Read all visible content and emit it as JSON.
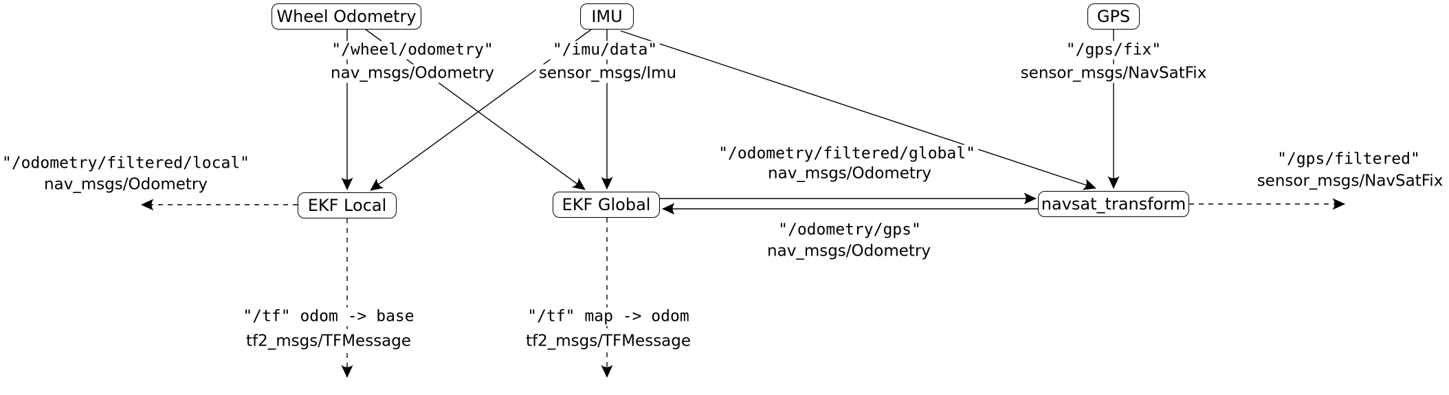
{
  "diagram": {
    "title_semantic": "ROS robot_localization node and topic graph",
    "colors": {
      "ink": "#000000",
      "background": "#ffffff"
    },
    "nodes": {
      "wheel_odometry": "Wheel Odometry",
      "imu": "IMU",
      "gps": "GPS",
      "ekf_local": "EKF Local",
      "ekf_global": "EKF Global",
      "navsat_transform": "navsat_transform"
    },
    "labels": {
      "wheel_topic": "\"/wheel/odometry\"",
      "wheel_type": "nav_msgs/Odometry",
      "imu_topic": "\"/imu/data\"",
      "imu_type": "sensor_msgs/Imu",
      "gps_topic": "\"/gps/fix\"",
      "gps_type": "sensor_msgs/NavSatFix",
      "local_out_topic": "\"/odometry/filtered/local\"",
      "local_out_type": "nav_msgs/Odometry",
      "global_out_topic": "\"/odometry/filtered/global\"",
      "global_out_type": "nav_msgs/Odometry",
      "odom_gps_topic": "\"/odometry/gps\"",
      "odom_gps_type": "nav_msgs/Odometry",
      "gps_filtered_topic": "\"/gps/filtered\"",
      "gps_filtered_type": "sensor_msgs/NavSatFix",
      "tf_local_topic": "\"/tf\" odom -> base",
      "tf_local_type": "tf2_msgs/TFMessage",
      "tf_global_topic": "\"/tf\" map -> odom",
      "tf_global_type": "tf2_msgs/TFMessage"
    },
    "edges": [
      {
        "from": "wheel_odometry",
        "to": "ekf_local",
        "style": "solid"
      },
      {
        "from": "wheel_odometry",
        "to": "ekf_global",
        "style": "solid"
      },
      {
        "from": "imu",
        "to": "ekf_local",
        "style": "solid"
      },
      {
        "from": "imu",
        "to": "ekf_global",
        "style": "solid"
      },
      {
        "from": "imu",
        "to": "navsat_transform",
        "style": "solid"
      },
      {
        "from": "gps",
        "to": "navsat_transform",
        "style": "solid"
      },
      {
        "from": "ekf_local",
        "to": "output-left",
        "style": "dashed"
      },
      {
        "from": "ekf_global",
        "to": "navsat_transform",
        "style": "solid"
      },
      {
        "from": "navsat_transform",
        "to": "ekf_global",
        "style": "solid"
      },
      {
        "from": "navsat_transform",
        "to": "output-right",
        "style": "dashed"
      },
      {
        "from": "ekf_local",
        "to": "tf-output-down",
        "style": "dashed"
      },
      {
        "from": "ekf_global",
        "to": "tf-output-down",
        "style": "dashed"
      }
    ]
  }
}
